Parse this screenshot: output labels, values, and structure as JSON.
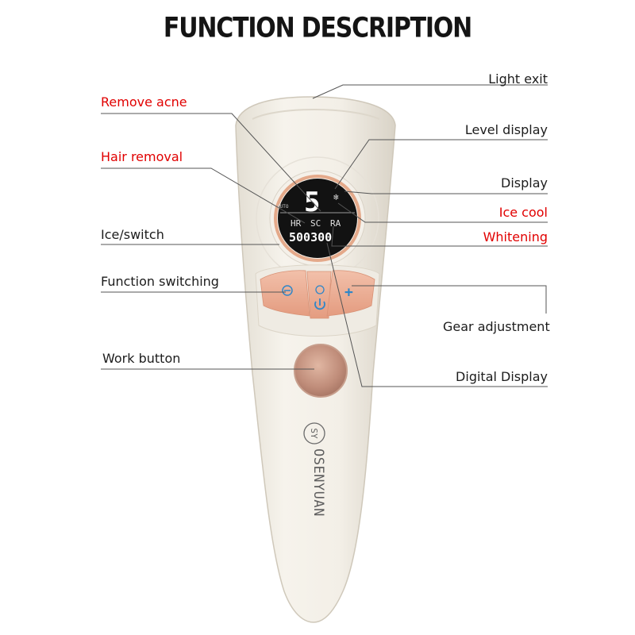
{
  "title": "FUNCTION DESCRIPTION",
  "labels": {
    "light_exit": "Light exit",
    "remove_acne": "Remove acne",
    "level_display": "Level display",
    "hair_removal": "Hair removal",
    "display": "Display",
    "ice_cool": "Ice cool",
    "ice_switch": "Ice/switch",
    "whitening": "Whitening",
    "function_switching": "Function switching",
    "gear_adjustment": "Gear adjustment",
    "work_button": "Work button",
    "digital_display": "Digital Display"
  },
  "screen": {
    "level": "5",
    "mode_auto": "AUTO",
    "modes": [
      "HR",
      "SC",
      "RA"
    ],
    "count": "500300",
    "snow_icon": "snowflake-icon"
  },
  "device": {
    "brand": "OSENYUAN",
    "logo_letters": "SY",
    "body_color": "#f2eee6",
    "accent_color": "#e9a489",
    "blue_icon_color": "#2f86c8"
  },
  "colors": {
    "red_label": "#e10000",
    "text": "#1c1c1c"
  }
}
